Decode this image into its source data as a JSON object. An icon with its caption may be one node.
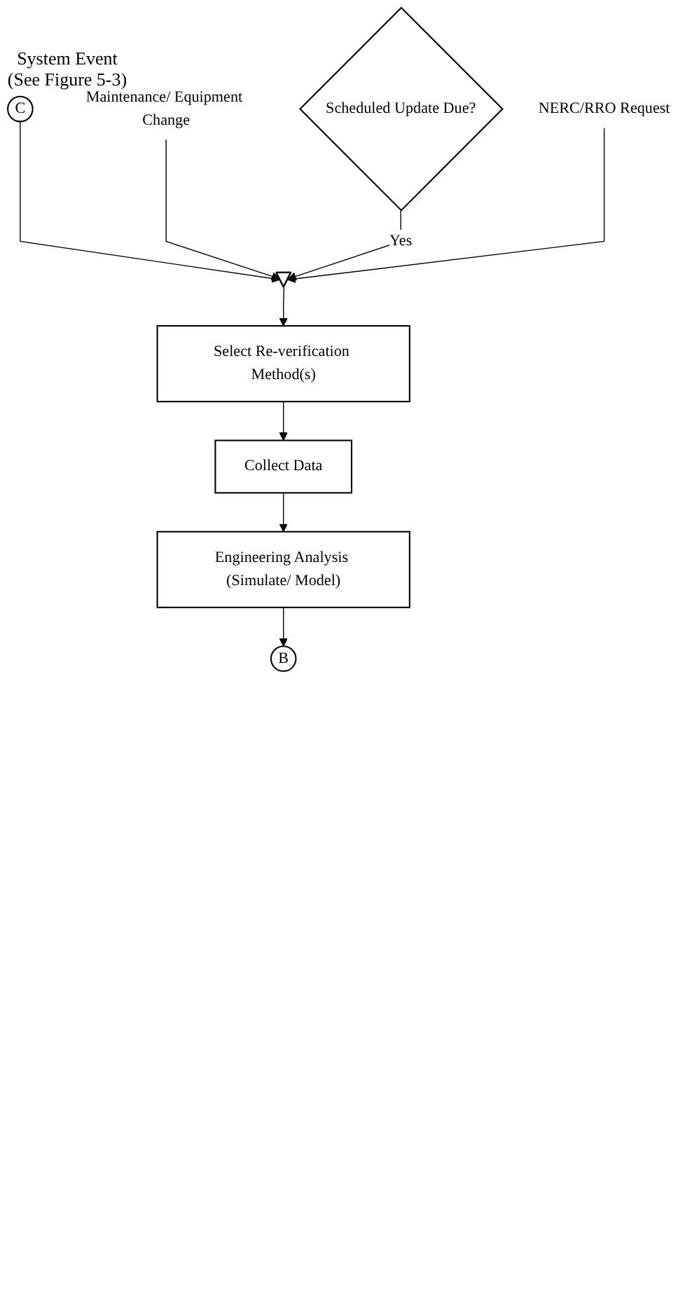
{
  "diagram": {
    "nodes": [
      {
        "text": [
          "Scheduled Update Due?"
        ]
      },
      {
        "text": [
          "Maintenance/ Equipment Change"
        ]
      },
      {
        "text": [
          "C"
        ],
        "beside": [
          "System Event (See Figure 5-3)"
        ]
      },
      {
        "text": [
          "NERC/RRO Request"
        ]
      },
      {
        "text": [],
        "shape": "triangle"
      },
      {
        "text": [
          "Select Re-verification Method(s)"
        ]
      },
      {
        "text": [
          "Collect Data"
        ]
      },
      {
        "text": [
          "Engineering Analysis (Simulate/ Model)"
        ]
      },
      {
        "text": [
          "B"
        ]
      }
    ],
    "edges": [
      {
        "from": 2,
        "to": 4,
        "arrow": "to"
      },
      {
        "from": 1,
        "to": 4,
        "arrow": "to"
      },
      {
        "from": 0,
        "to": 4,
        "arrow": "to",
        "label": "Yes"
      },
      {
        "from": 3,
        "to": 4,
        "arrow": "to"
      },
      {
        "from": 4,
        "to": 5,
        "arrow": "to"
      },
      {
        "from": 5,
        "to": 6,
        "arrow": "to"
      },
      {
        "from": 6,
        "to": 7,
        "arrow": "to"
      },
      {
        "from": 7,
        "to": 8,
        "arrow": "to"
      }
    ]
  }
}
